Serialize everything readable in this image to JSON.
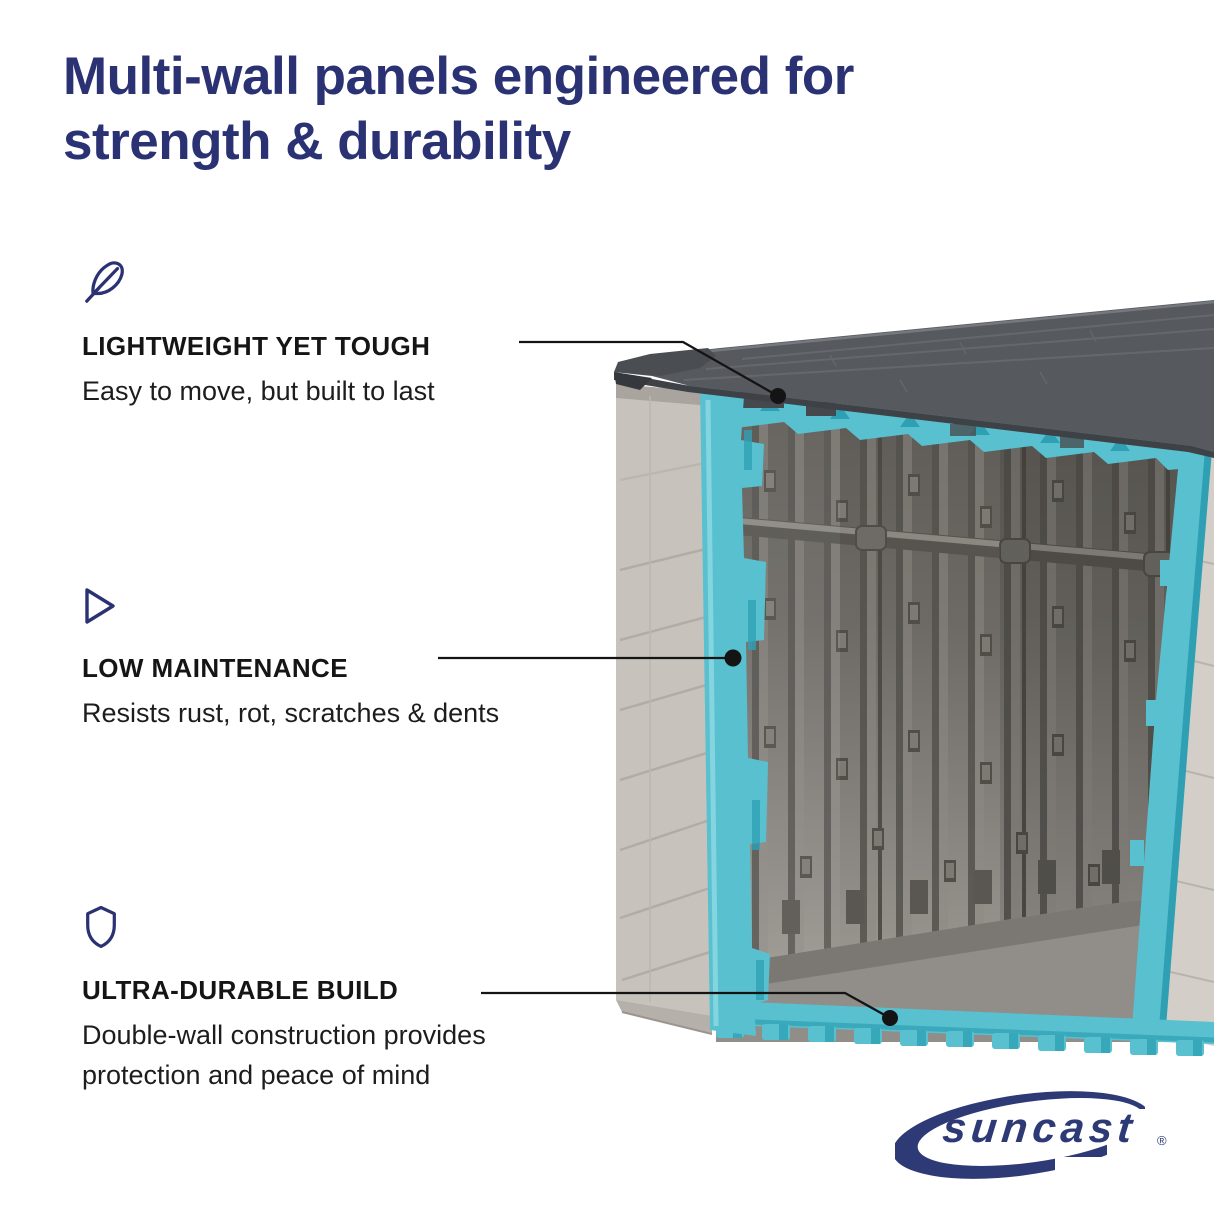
{
  "page": {
    "background": "#ffffff"
  },
  "title": {
    "line1": "Multi-wall panels engineered for",
    "line2": "strength & durability",
    "color": "#2b3274"
  },
  "features": [
    {
      "icon": "feather-icon",
      "heading": "LIGHTWEIGHT YET TOUGH",
      "description": "Easy to move, but built to last"
    },
    {
      "icon": "play-triangle-icon",
      "heading": "LOW MAINTENANCE",
      "description": "Resists rust,  rot, scratches & dents"
    },
    {
      "icon": "shield-icon",
      "heading": "ULTRA-DURABLE BUILD",
      "description": "Double-wall construction provides protection and peace of mind"
    }
  ],
  "illustration": {
    "alt": "Cutaway view of a storage shed showing multi-wall double-panel construction with teal highlighted cut edges",
    "highlight_color": "#58c0cf",
    "roof_color": "#565a5f",
    "wall_color": "#c7c3bc"
  },
  "brand": {
    "name": "suncast",
    "registered_mark": "®",
    "color": "#2d3a75"
  }
}
